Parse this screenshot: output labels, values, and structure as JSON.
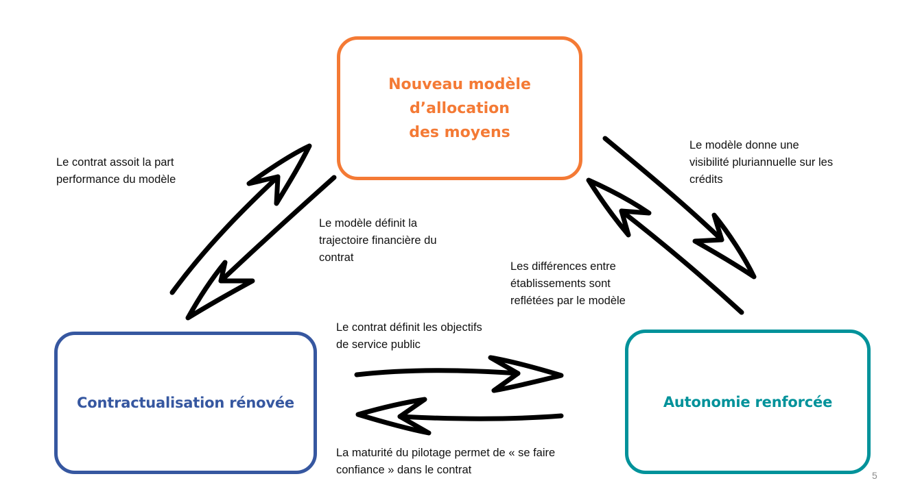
{
  "colors": {
    "model": "#F47A35",
    "contract": "#3657A0",
    "autonomy": "#00929A",
    "arrow": "#000000",
    "label_text": "#111111",
    "page_number": "#8c8c8c"
  },
  "nodes": {
    "model": {
      "title": "Nouveau modèle\nd’allocation\ndes moyens"
    },
    "contract": {
      "title": "Contractualisation rénovée"
    },
    "autonomy": {
      "title": "Autonomie renforcée"
    }
  },
  "edges": [
    {
      "from": "contract",
      "to": "model",
      "label": "Le contrat assoit la part\nperformance du modèle"
    },
    {
      "from": "model",
      "to": "contract",
      "label": "Le modèle définit la\ntrajectoire financière du\ncontrat"
    },
    {
      "from": "model",
      "to": "autonomy",
      "label": "Le modèle donne une\nvisibilité pluriannuelle sur les\ncrédits"
    },
    {
      "from": "autonomy",
      "to": "model",
      "label": "Les différences entre\nétablissements sont\nreflétées par le modèle"
    },
    {
      "from": "contract",
      "to": "autonomy",
      "label": "Le contrat définit les objectifs\nde service public"
    },
    {
      "from": "autonomy",
      "to": "contract",
      "label": "La maturité du pilotage permet de « se faire\nconfiance » dans le contrat"
    }
  ],
  "page_number": "5"
}
